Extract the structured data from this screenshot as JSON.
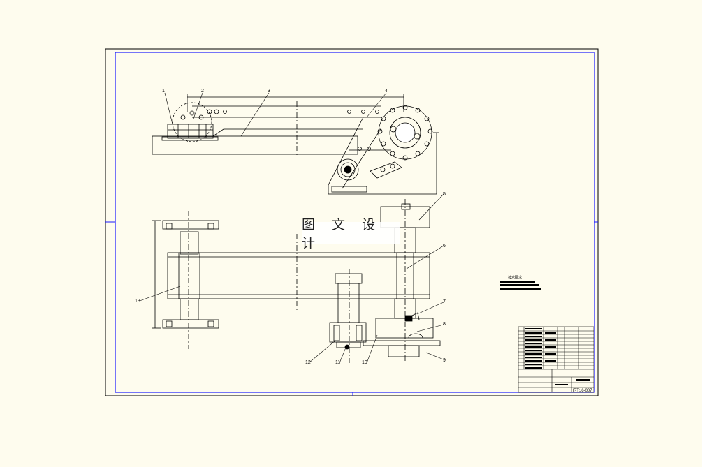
{
  "watermark": {
    "text": "图 文 设 计"
  },
  "part_labels": [
    "1",
    "2",
    "3",
    "4",
    "5",
    "6",
    "7",
    "8",
    "9",
    "10",
    "11",
    "12",
    "13"
  ],
  "tech_requirements": {
    "title": "技术要求"
  },
  "title_block": {
    "drawing_number": "RT16-007"
  },
  "colors": {
    "background": "#fefcee",
    "frame": "#1a1aff",
    "lines": "#000000"
  }
}
